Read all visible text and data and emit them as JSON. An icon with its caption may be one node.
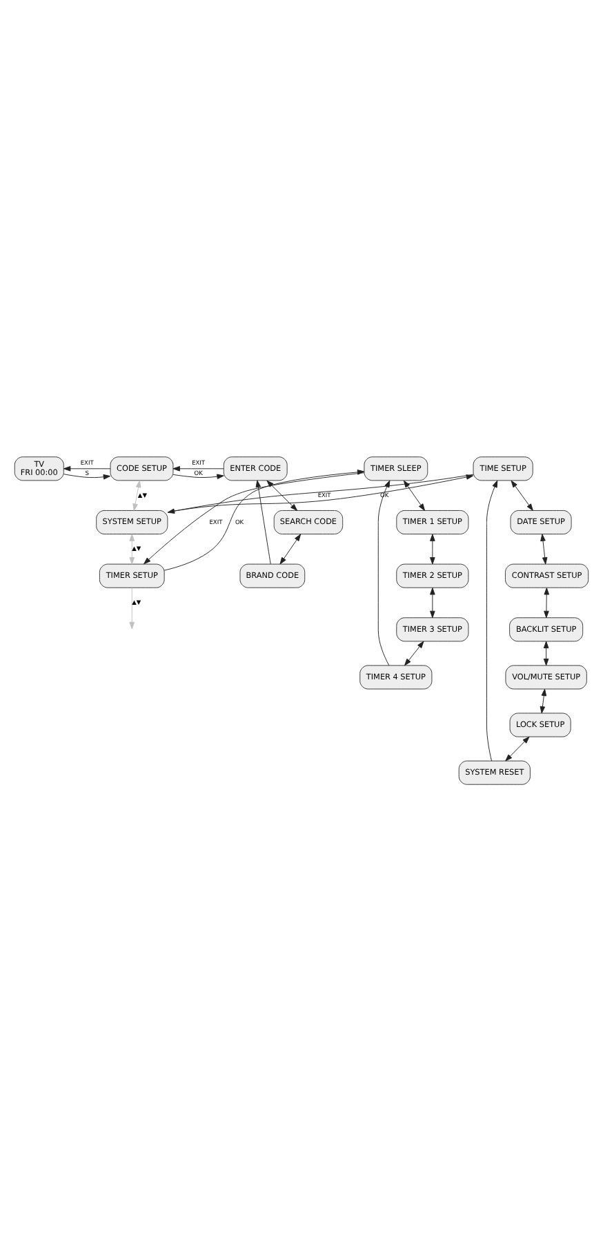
{
  "diagram": {
    "nodes": [
      {
        "text": [
          "TV",
          "FRI 00:00"
        ]
      },
      {
        "text": [
          "CODE SETUP"
        ]
      },
      {
        "text": [
          "ENTER CODE"
        ]
      },
      {
        "text": [
          "SEARCH CODE"
        ]
      },
      {
        "text": [
          "BRAND CODE"
        ]
      },
      {
        "text": [
          "SYSTEM SETUP"
        ]
      },
      {
        "text": [
          "TIME SETUP"
        ]
      },
      {
        "text": [
          "DATE SETUP"
        ]
      },
      {
        "text": [
          "CONTRAST SETUP"
        ]
      },
      {
        "text": [
          "BACKLIT SETUP"
        ]
      },
      {
        "text": [
          "VOL/MUTE SETUP"
        ]
      },
      {
        "text": [
          "LOCK SETUP"
        ]
      },
      {
        "text": [
          "SYSTEM RESET"
        ]
      },
      {
        "text": [
          "TIMER SETUP"
        ]
      },
      {
        "text": [
          "TIMER SLEEP"
        ]
      },
      {
        "text": [
          "TIMER 1 SETUP"
        ]
      },
      {
        "text": [
          "TIMER 2 SETUP"
        ]
      },
      {
        "text": [
          "TIMER 3 SETUP"
        ]
      },
      {
        "text": [
          "TIMER 4 SETUP"
        ]
      }
    ],
    "edges": [
      {
        "from": 0,
        "to": 1,
        "arrow": "to",
        "label": "S"
      },
      {
        "from": 1,
        "to": 0,
        "arrow": "to",
        "label": "EXIT"
      },
      {
        "from": 1,
        "to": 2,
        "arrow": "to",
        "label": "OK"
      },
      {
        "from": 2,
        "to": 1,
        "arrow": "to",
        "label": "EXIT"
      },
      {
        "from": 2,
        "to": 3,
        "arrow": "both"
      },
      {
        "from": 3,
        "to": 4,
        "arrow": "both"
      },
      {
        "from": 4,
        "to": 2,
        "arrow": "to"
      },
      {
        "from": 1,
        "to": 5,
        "arrow": "both",
        "label": "▲▼",
        "color": "#c0c0c0"
      },
      {
        "from": 5,
        "to": 6,
        "arrow": "to",
        "label": "OK"
      },
      {
        "from": 6,
        "to": 5,
        "arrow": "to",
        "label": "EXIT"
      },
      {
        "from": 6,
        "to": 7,
        "arrow": "both"
      },
      {
        "from": 7,
        "to": 8,
        "arrow": "both"
      },
      {
        "from": 8,
        "to": 9,
        "arrow": "both"
      },
      {
        "from": 9,
        "to": 10,
        "arrow": "both"
      },
      {
        "from": 10,
        "to": 11,
        "arrow": "both"
      },
      {
        "from": 11,
        "to": 12,
        "arrow": "both"
      },
      {
        "from": 12,
        "to": 6,
        "arrow": "to"
      },
      {
        "from": 5,
        "to": 13,
        "arrow": "both",
        "label": "▲▼",
        "color": "#c0c0c0"
      },
      {
        "from": 13,
        "to": 14,
        "arrow": "to",
        "label": "OK"
      },
      {
        "from": 14,
        "to": 13,
        "arrow": "to",
        "label": "EXIT"
      },
      {
        "from": 14,
        "to": 15,
        "arrow": "both"
      },
      {
        "from": 15,
        "to": 16,
        "arrow": "both"
      },
      {
        "from": 16,
        "to": 17,
        "arrow": "both"
      },
      {
        "from": 17,
        "to": 18,
        "arrow": "both"
      },
      {
        "from": 18,
        "to": 14,
        "arrow": "to"
      },
      {
        "from": 13,
        "to": null,
        "arrow": "to",
        "label": "▲▼",
        "color": "#c0c0c0"
      }
    ]
  }
}
